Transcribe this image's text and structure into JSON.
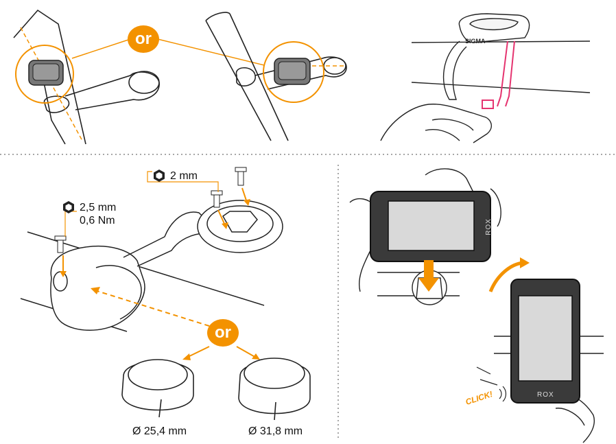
{
  "colors": {
    "accent": "#f39200",
    "strap": "#e5336f",
    "line": "#222222",
    "screen": "#d9d9d9",
    "device": "#3a3a3a"
  },
  "panel_a": {
    "or_label": "or"
  },
  "panel_b": {
    "brand_label": "SIGMA"
  },
  "panel_c": {
    "or_label": "or",
    "hex_icon": "hex-key-icon",
    "spec_mount": "2 mm",
    "spec_clamp_size": "2,5 mm",
    "spec_clamp_torque": "0,6 Nm",
    "ring_small_caption": "Ø 25,4 mm",
    "ring_large_caption": "Ø 31,8 mm"
  },
  "panel_d": {
    "device_label_top": "ROX",
    "device_label_bottom": "ROX",
    "click_label": "CLICK!"
  }
}
